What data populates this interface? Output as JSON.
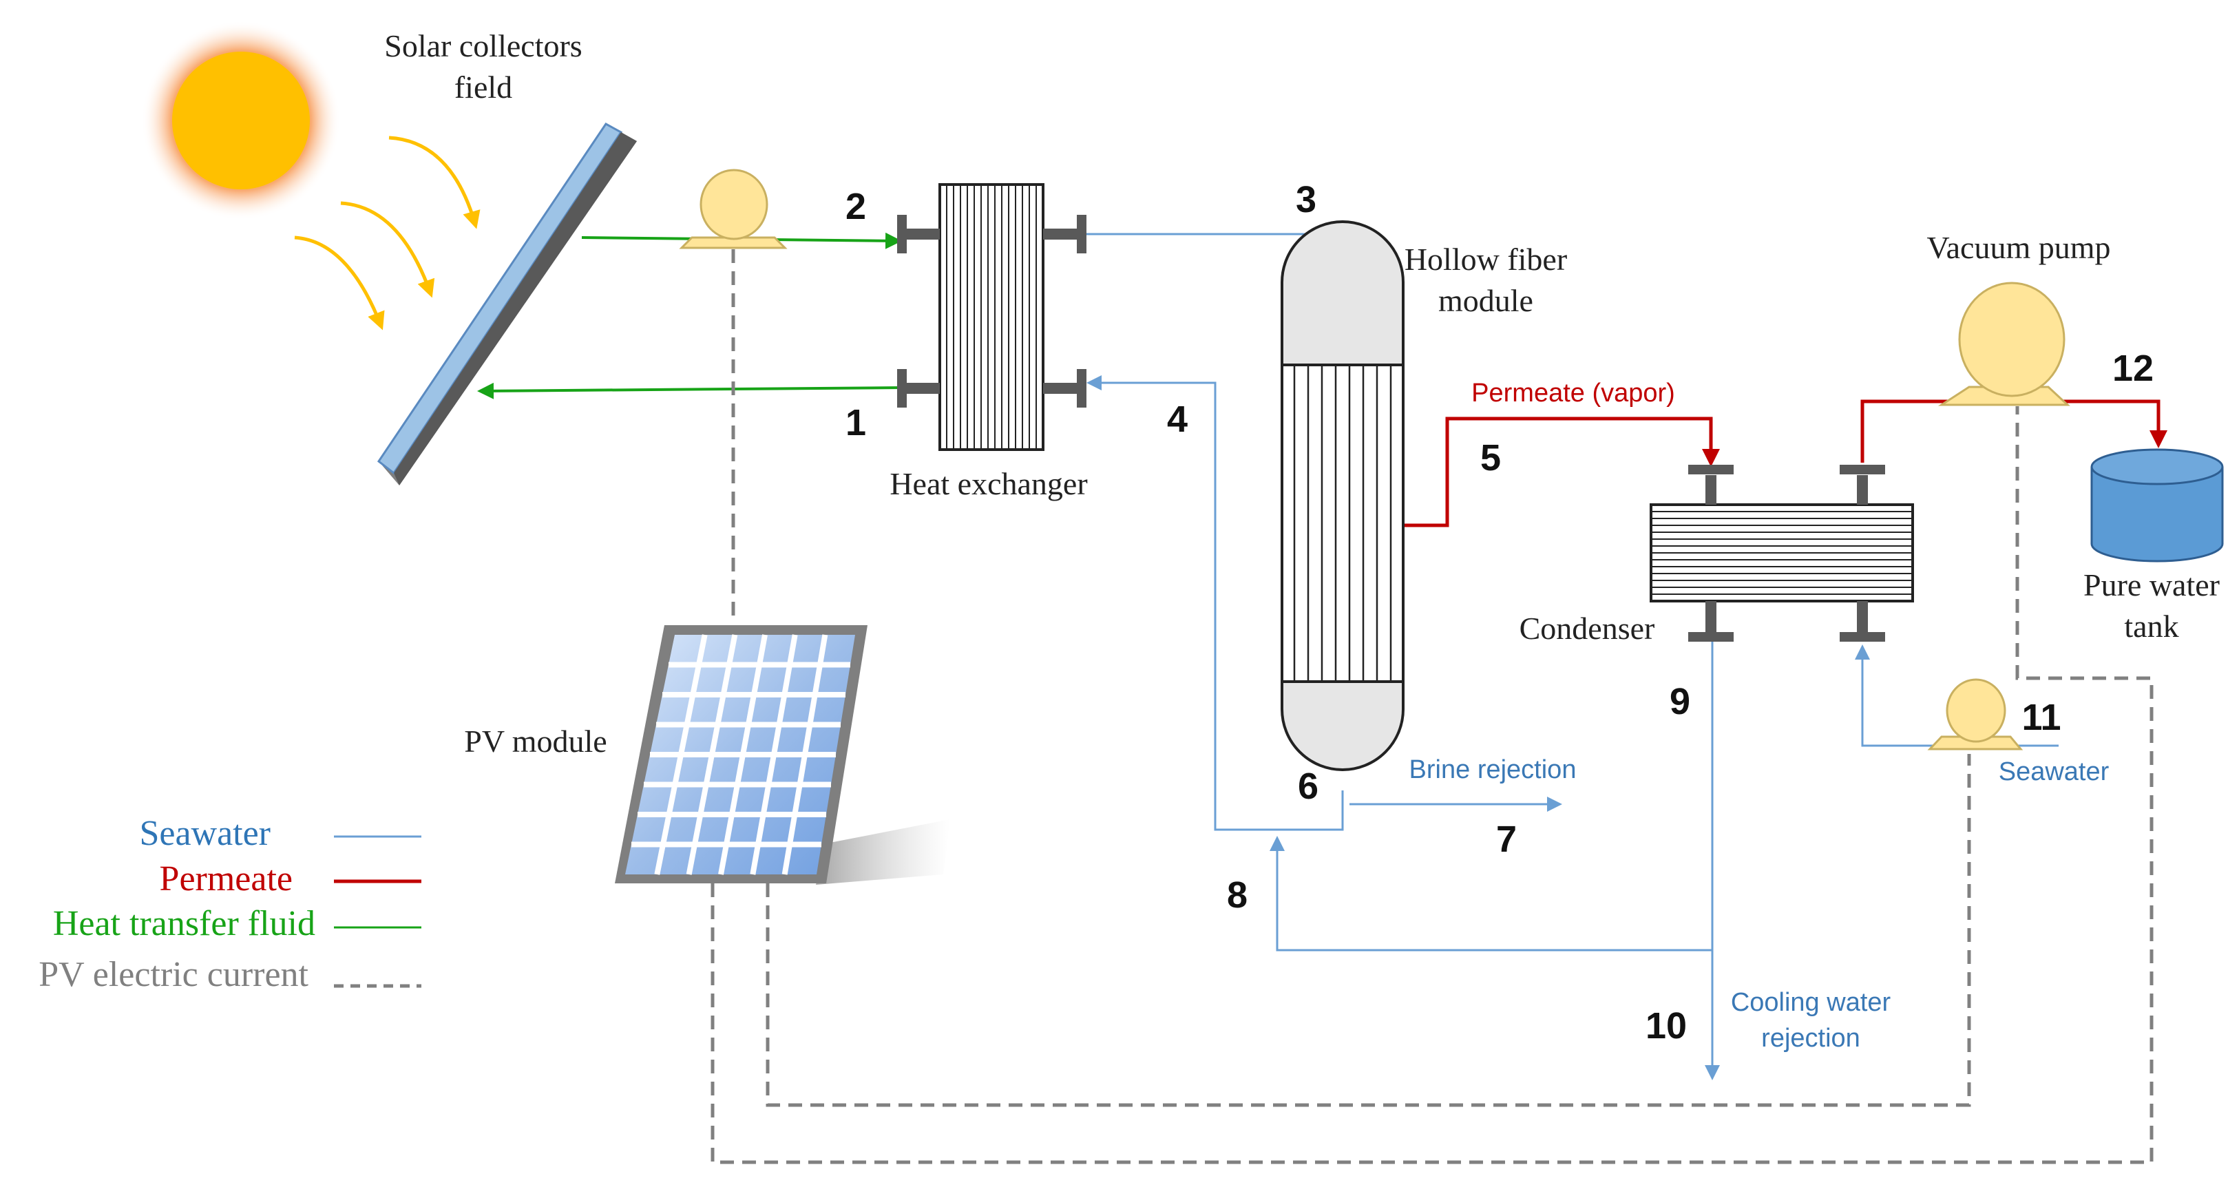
{
  "colors": {
    "seawater": "#6a9fd4",
    "permeate": "#c00000",
    "heat_transfer": "#17a317",
    "pv_current": "#808080",
    "sun": "#ffc000",
    "vessel_fill": "#e6e6e6",
    "tank": "#5b9bd5",
    "pump_body": "#ffe599"
  },
  "labels": {
    "solar_field_line1": "Solar collectors",
    "solar_field_line2": "field",
    "heat_exchanger": "Heat exchanger",
    "hollow_fiber_line1": "Hollow fiber",
    "hollow_fiber_line2": "module",
    "vacuum_pump": "Vacuum pump",
    "permeate_vapor": "Permeate (vapor)",
    "condenser": "Condenser",
    "pure_water_line1": "Pure water",
    "pure_water_line2": "tank",
    "pv_module": "PV module",
    "brine_rejection": "Brine rejection",
    "seawater_in": "Seawater",
    "cooling_line1": "Cooling water",
    "cooling_line2": "rejection"
  },
  "streams": [
    "1",
    "2",
    "3",
    "4",
    "5",
    "6",
    "7",
    "8",
    "9",
    "10",
    "11",
    "12"
  ],
  "legend": [
    {
      "label": "Seawater",
      "color": "#2e75b6",
      "style": "seawater"
    },
    {
      "label": "Permeate",
      "color": "#c00000",
      "style": "permeate"
    },
    {
      "label": "Heat transfer  fluid",
      "color": "#17a317",
      "style": "heat"
    },
    {
      "label": "PV electric current",
      "color": "#808080",
      "style": "pv"
    }
  ]
}
